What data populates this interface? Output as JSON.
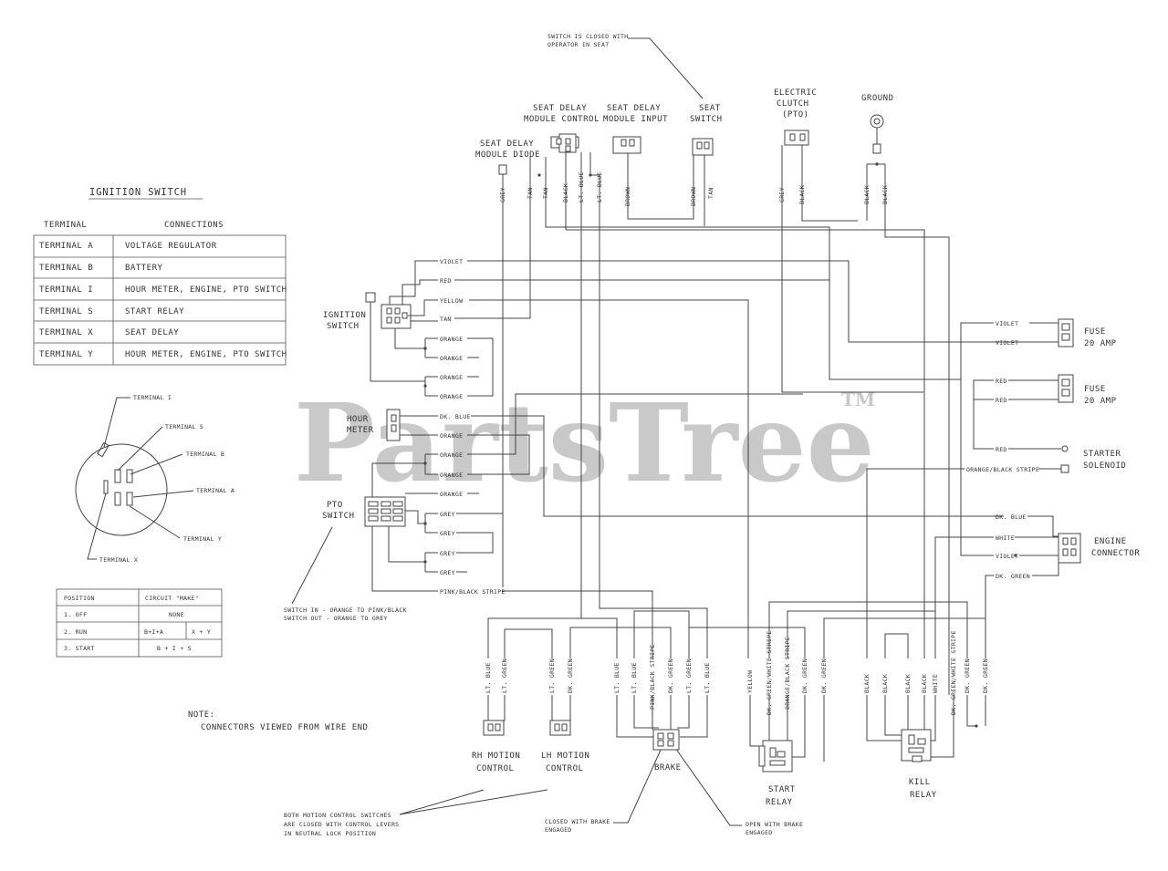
{
  "watermark": {
    "brand": "PartsTree",
    "tm": "TM"
  },
  "notes": {
    "seat_switch_note": [
      "SWITCH IS CLOSED WITH",
      "OPERATOR IN SEAT"
    ],
    "connectors_note": [
      "NOTE:",
      "CONNECTORS VIEWED FROM WIRE END"
    ],
    "pto_note": [
      "SWITCH IN - ORANGE TO PINK/BLACK",
      "SWITCH OUT - ORANGE TO GREY"
    ],
    "motion_note": [
      "BOTH MOTION CONTROL SWITCHES",
      "ARE CLOSED WITH CONTROL LEVERS",
      "IN NEUTRAL LOCK POSITION"
    ],
    "brake_closed_note": [
      "CLOSED WITH BRAKE",
      "ENGAGED"
    ],
    "brake_open_note": [
      "OPEN WITH BRAKE",
      "ENGAGED"
    ]
  },
  "ignition_table": {
    "title": "IGNITION SWITCH",
    "headers": [
      "TERMINAL",
      "CONNECTIONS"
    ],
    "rows": [
      [
        "TERMINAL  A",
        "VOLTAGE REGULATOR"
      ],
      [
        "TERMINAL  B",
        "BATTERY"
      ],
      [
        "TERMINAL  I",
        "HOUR METER, ENGINE, PTO SWITCH"
      ],
      [
        "TERMINAL  S",
        "START RELAY"
      ],
      [
        "TERMINAL X",
        "SEAT DELAY"
      ],
      [
        "TERMINAL  Y",
        "HOUR METER, ENGINE, PTO SWITCH"
      ]
    ]
  },
  "terminal_labels": [
    "TERMINAL I",
    "TERMINAL S",
    "TERMINAL B",
    "TERMINAL A",
    "TERMINAL Y",
    "TERMINAL X"
  ],
  "position_table": {
    "headers": [
      "POSITION",
      "CIRCUIT \"MAKE\""
    ],
    "rows": [
      [
        "1. OFF",
        "NONE",
        ""
      ],
      [
        "2. RUN",
        "B+I+A",
        "X + Y"
      ],
      [
        "3. START",
        "B + I + S",
        ""
      ]
    ]
  },
  "components": {
    "seat_delay_diode": [
      "SEAT DELAY",
      "MODULE DIODE"
    ],
    "seat_delay_control": [
      "SEAT DELAY",
      "MODULE CONTROL"
    ],
    "seat_delay_input": [
      "SEAT DELAY",
      "MODULE INPUT"
    ],
    "seat_switch": [
      "SEAT",
      "SWITCH"
    ],
    "electric_clutch": [
      "ELECTRIC",
      "CLUTCH",
      "(PTO)"
    ],
    "ground": [
      "GROUND"
    ],
    "ignition_switch": [
      "IGNITION",
      "SWITCH"
    ],
    "hour_meter": [
      "HOUR",
      "METER"
    ],
    "pto_switch": [
      "PTO",
      "SWITCH"
    ],
    "fuse_1": [
      "FUSE",
      "20 AMP"
    ],
    "fuse_2": [
      "FUSE",
      "20 AMP"
    ],
    "starter_solenoid": [
      "STARTER",
      "SOLENOID"
    ],
    "engine_connector": [
      "ENGINE",
      "CONNECTOR"
    ],
    "rh_motion": [
      "RH MOTION",
      "CONTROL"
    ],
    "lh_motion": [
      "LH MOTION",
      "CONTROL"
    ],
    "brake": [
      "BRAKE"
    ],
    "start_relay": [
      "START",
      "RELAY"
    ],
    "kill_relay": [
      "KILL",
      "RELAY"
    ]
  },
  "wire_labels": {
    "top": [
      "GREY",
      "TAN",
      "TAN",
      "BLACK",
      "LT. BLUE",
      "LT. BLUE",
      "BROWN",
      "BROWN",
      "TAN",
      "GREY",
      "BLACK",
      "BLACK",
      "BLACK"
    ],
    "left": [
      "VIOLET",
      "RED",
      "YELLOW",
      "TAN",
      "ORANGE",
      "ORANGE",
      "ORANGE",
      "ORANGE",
      "DK. BLUE",
      "ORANGE",
      "ORANGE",
      "ORANGE",
      "ORANGE",
      "GREY",
      "GREY",
      "GREY",
      "GREY",
      "PINK/BLACK STRIPE"
    ],
    "right": [
      "VIOLET",
      "VIOLET",
      "RED",
      "RED",
      "RED",
      "ORANGE/BLACK STRIPE",
      "DK. BLUE",
      "WHITE",
      "VIOLET",
      "DK. GREEN"
    ],
    "bottom": [
      "LT. BLUE",
      "LT. GREEN",
      "LT. GREEN",
      "DK. GREEN",
      "LT. BLUE",
      "LT. BLUE",
      "PINK/BLACK STRIPE",
      "DK. GREEN",
      "LT. GREEN",
      "LT. BLUE",
      "YELLOW",
      "DK. GREEN/WHITE STRIPE",
      "ORANGE/BLACK STRIPE",
      "DK. GREEN",
      "DK. GREEN",
      "BLACK",
      "BLACK",
      "BLACK",
      "BLACK",
      "WHITE",
      "DK. GREEN/WHITE STRIPE",
      "DK. GREEN",
      "DK. GREEN"
    ]
  }
}
